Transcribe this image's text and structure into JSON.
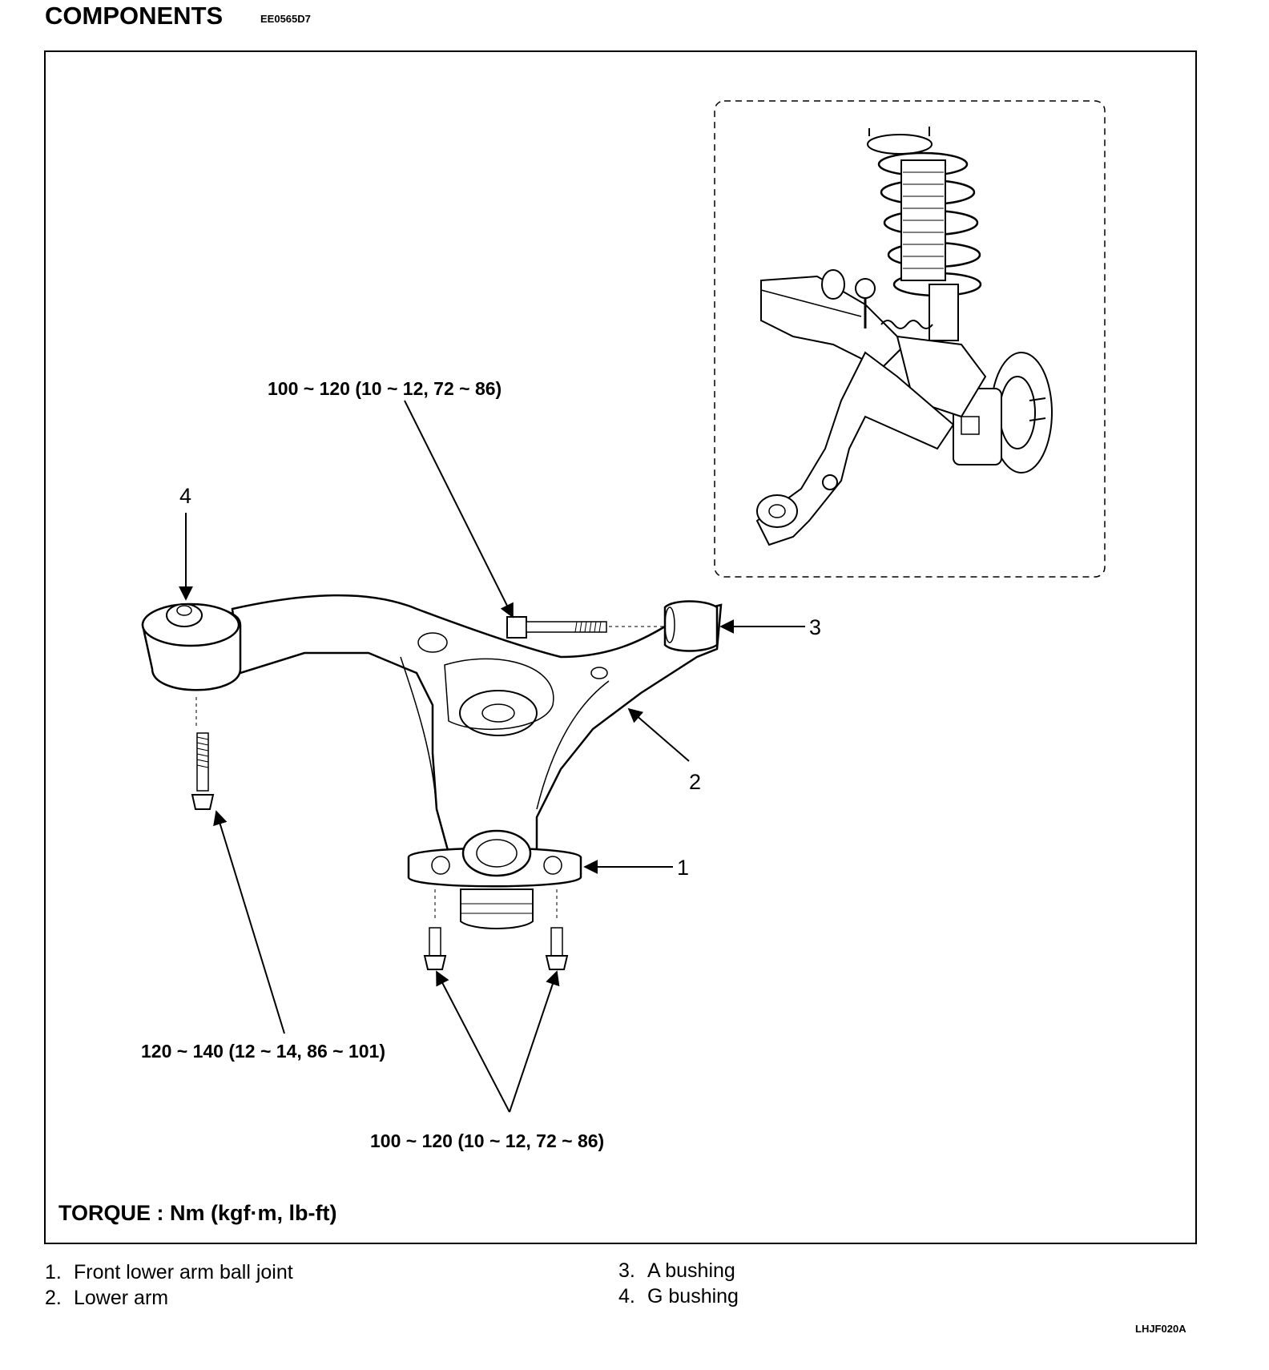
{
  "header": {
    "title": "COMPONENTS",
    "doc_code": "EE0565D7"
  },
  "diagram": {
    "callouts": [
      {
        "id": "1",
        "label": "1"
      },
      {
        "id": "2",
        "label": "2"
      },
      {
        "id": "3",
        "label": "3"
      },
      {
        "id": "4",
        "label": "4"
      }
    ],
    "torque_specs": [
      {
        "label": "100 ~ 120 (10 ~ 12, 72 ~ 86)",
        "target": "A bushing bolt"
      },
      {
        "label": "120 ~ 140 (12 ~ 14, 86 ~ 101)",
        "target": "G bushing bolt"
      },
      {
        "label": "100 ~ 120 (10 ~ 12, 72 ~ 86)",
        "target": "Ball joint bolts"
      }
    ],
    "torque_units": "TORQUE : Nm (kgf·m, lb-ft)"
  },
  "legend": [
    {
      "num": "1.",
      "text": "Front lower arm ball joint"
    },
    {
      "num": "2.",
      "text": "Lower arm"
    },
    {
      "num": "3.",
      "text": "A bushing"
    },
    {
      "num": "4.",
      "text": "G bushing"
    }
  ],
  "figure_code": "LHJF020A"
}
